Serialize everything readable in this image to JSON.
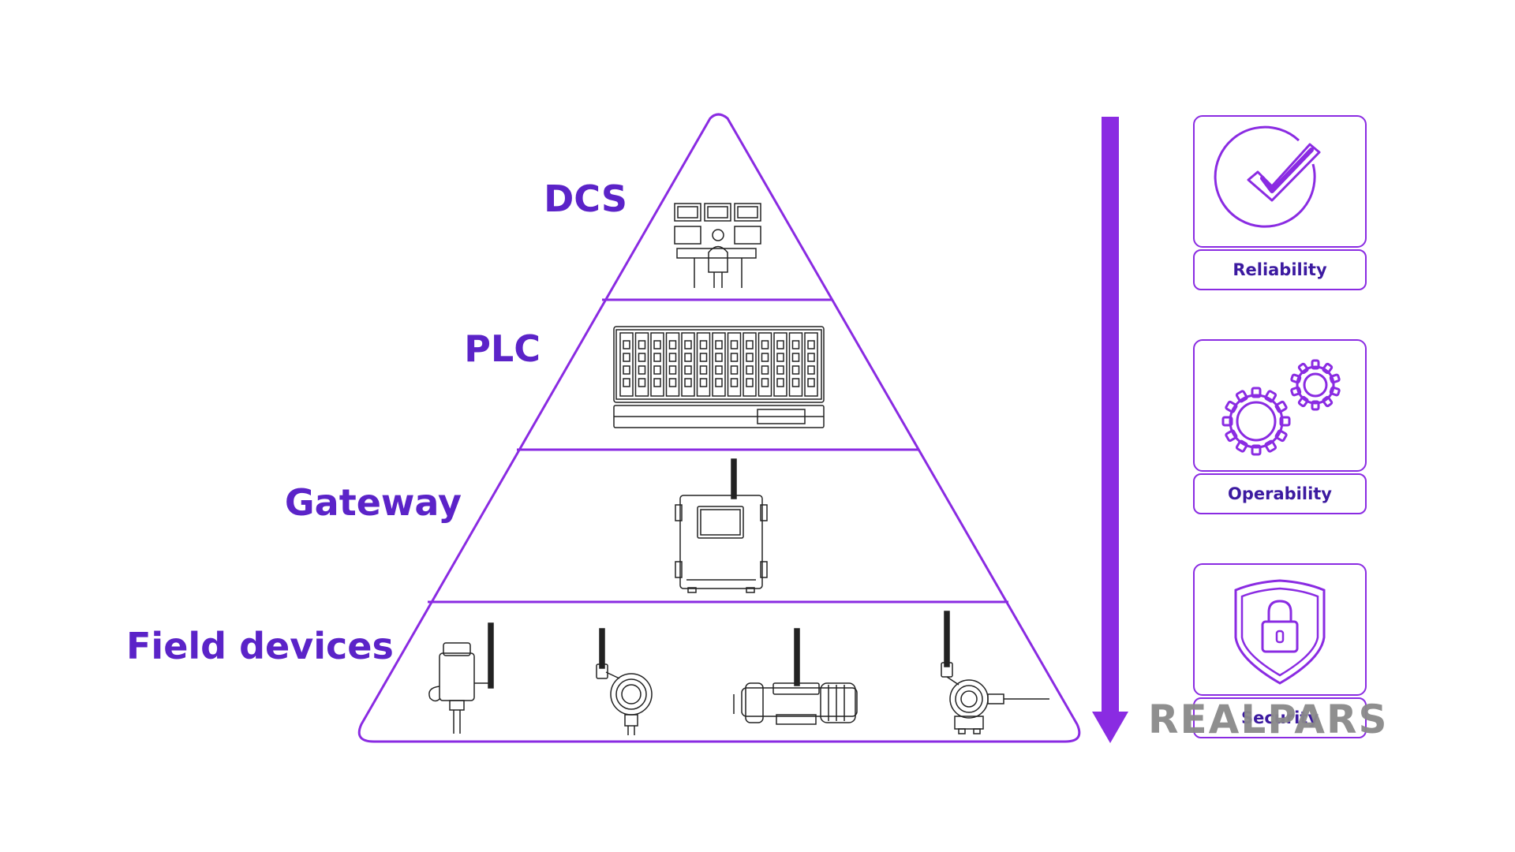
{
  "pyramid": {
    "levels": [
      {
        "label": "DCS"
      },
      {
        "label": "PLC"
      },
      {
        "label": "Gateway"
      },
      {
        "label": "Field devices"
      }
    ]
  },
  "qualities": [
    {
      "label": "Reliability",
      "icon": "check-circle-icon"
    },
    {
      "label": "Operability",
      "icon": "gears-icon"
    },
    {
      "label": "Security",
      "icon": "shield-lock-icon"
    }
  ],
  "logo": {
    "text": "REALPARS"
  },
  "colors": {
    "accent": "#8a2be2",
    "label_text": "#5b23c8",
    "logo": "#8a8a8a"
  }
}
